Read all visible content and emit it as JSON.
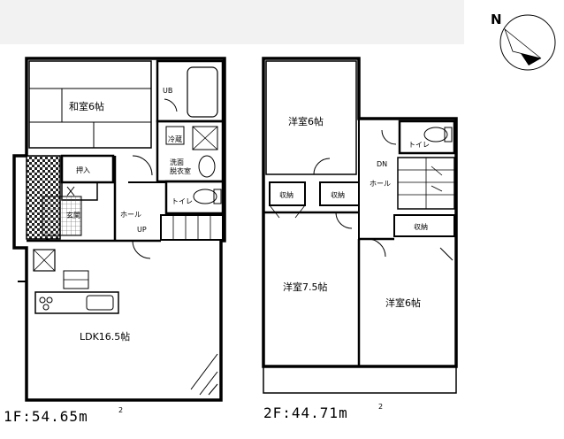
{
  "compass": {
    "label": "N"
  },
  "floor1": {
    "area_label": "1F:54.65m",
    "area_sup": "2",
    "rooms": {
      "washitsu": "和室6帖",
      "ub": "UB",
      "senmen": "洗面",
      "datsuijo": "脱衣室",
      "reizo": "冷蔵",
      "oshiire": "押入",
      "toilet": "トイレ",
      "hall": "ホール",
      "up": "UP",
      "ldk": "LDK16.5帖",
      "genkan": "玄関"
    }
  },
  "floor2": {
    "area_label": "2F:44.71m",
    "area_sup": "2",
    "rooms": {
      "yoshitsu_a": "洋室6帖",
      "toilet": "トイレ",
      "dn": "DN",
      "hall": "ホール",
      "shuno_1": "収納",
      "shuno_2": "収納",
      "shuno_3": "収納",
      "yoshitsu_b": "洋室7.5帖",
      "yoshitsu_c": "洋室6帖"
    }
  }
}
